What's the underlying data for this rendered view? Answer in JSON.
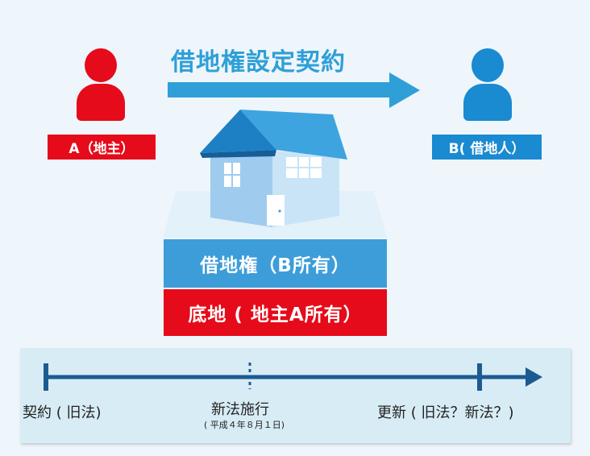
{
  "diagram": {
    "title": "借地権設定契約",
    "landlord_label": "A（地主）",
    "tenant_label": "B( 借地人）",
    "leasehold_layer": "借地権（B所有）",
    "base_land_layer": "底地 ( 地主A所有）",
    "colors": {
      "red": "#e60b1a",
      "blue": "#1a8ad1",
      "light_blue": "#3d9dd9",
      "timeline": "#1c5b92"
    }
  },
  "timeline": {
    "start_label": "契約 ( 旧法)",
    "middle_label": "新法施行",
    "middle_sub": "( 平成４年８月１日)",
    "end_label": "更新 ( 旧法？新法？)"
  }
}
